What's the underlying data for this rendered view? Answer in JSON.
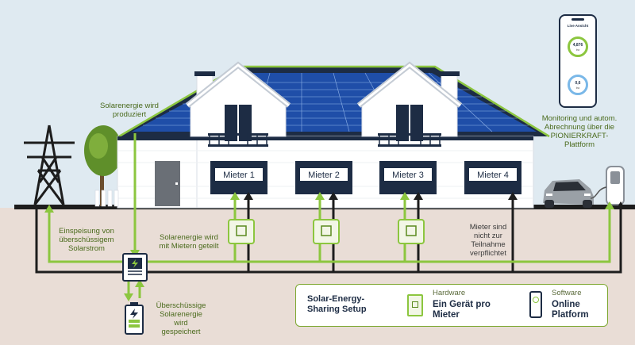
{
  "labels": {
    "solar_produced": "Solarenergie wird\nproduziert",
    "feed_in": "Einspeisung von\nüberschüssigem\nSolarstrom",
    "shared": "Solarenergie wird\nmit Mietern geteilt",
    "not_obliged": "Mieter sind\nnicht zur\nTeilnahme\nverpflichtet",
    "stored": "Überschüssige\nSolarenergie\nwird\ngespeichert",
    "monitoring": "Monitoring und autom.\nAbrechnung über die\nPIONIERKRAFT-\nPlattform"
  },
  "tenants": [
    "Mieter 1",
    "Mieter 2",
    "Mieter 3",
    "Mieter 4"
  ],
  "legend": {
    "title": "Solar-Energy-\nSharing Setup",
    "hardware_small": "Hardware",
    "hardware_big": "Ein Gerät pro\nMieter",
    "software_small": "Software",
    "software_big": "Online\nPlatform"
  },
  "phone": {
    "title": "Live Ansicht",
    "value1": "4,876",
    "unit1": "kw",
    "value2": "0,6",
    "unit2": "kw"
  },
  "colors": {
    "sky": "#dfeaf1",
    "ground": "#e9ddd6",
    "green": "#8cc63f",
    "dark": "#1d1d1d",
    "navy": "#1d2c44",
    "solar": "#1f4ea8"
  }
}
